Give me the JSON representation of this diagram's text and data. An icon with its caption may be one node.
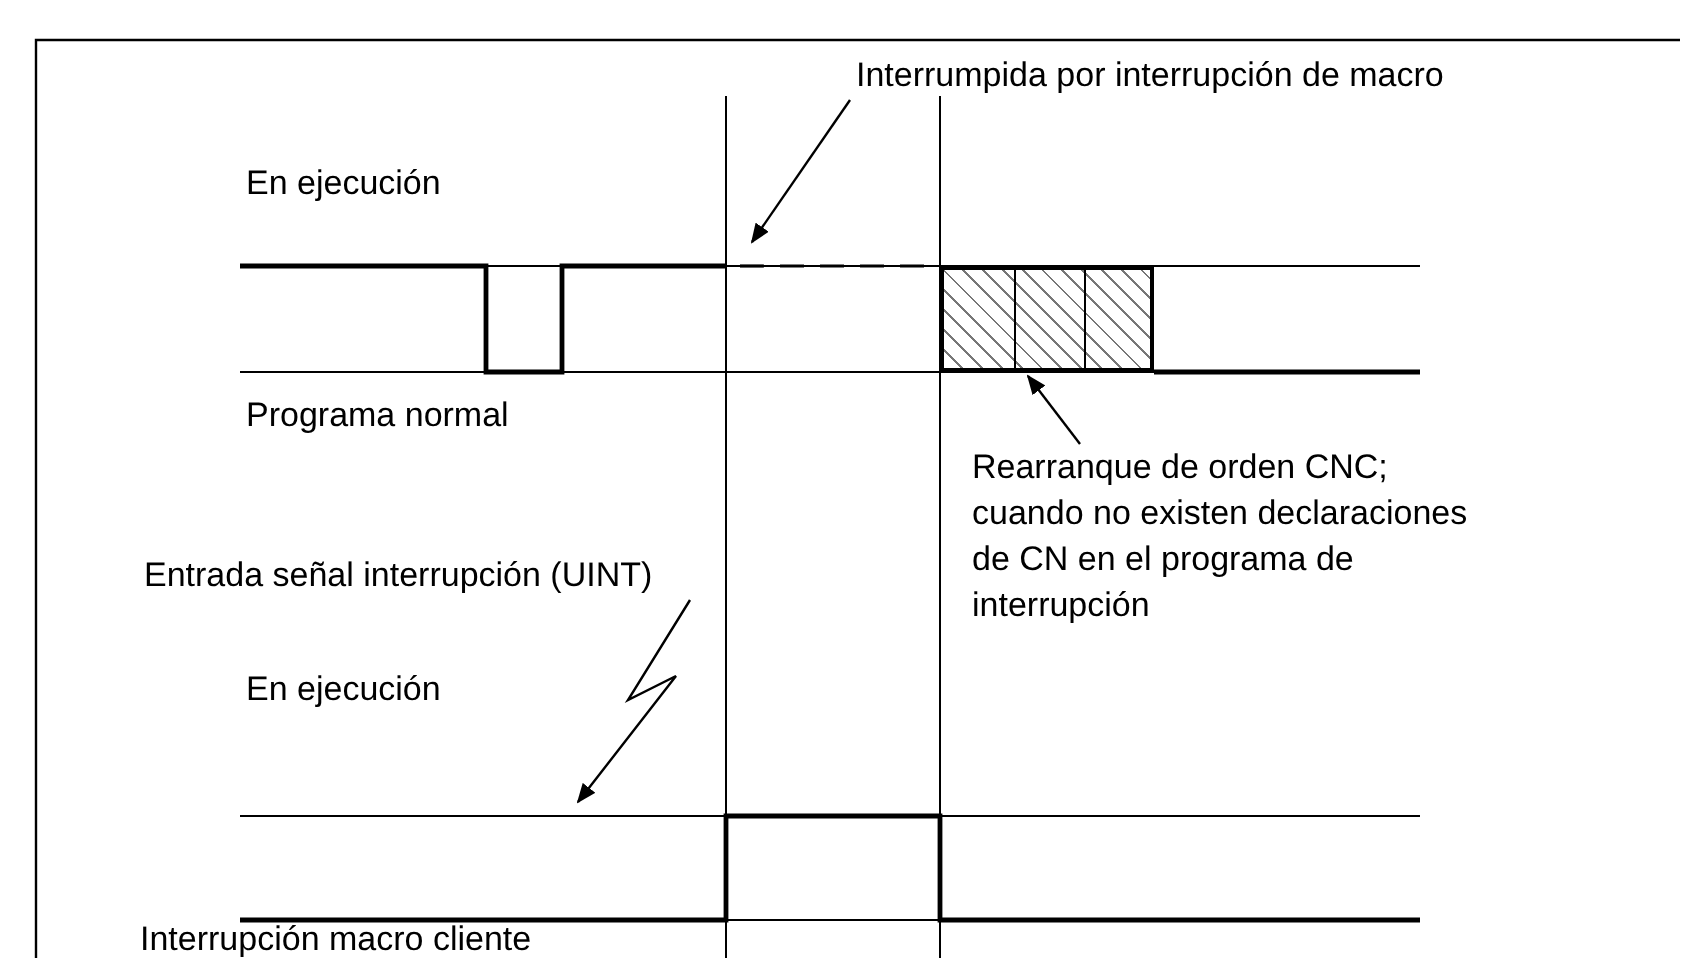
{
  "diagram": {
    "nodes": [
      {
        "text": [
          "Interrumpida por interrupción de macro"
        ]
      },
      {
        "text": [
          "Rearranque de orden CNC; cuando no existen declaraciones de CN en el programa de interrupción"
        ]
      },
      {
        "text": [],
        "shape": "box"
      },
      {
        "text": [
          "Entrada señal interrupción (UINT)"
        ]
      }
    ],
    "edges": [
      {
        "from": 0,
        "to": null,
        "arrow": "to"
      },
      {
        "from": 1,
        "to": 2,
        "arrow": "to"
      },
      {
        "from": 3,
        "to": null,
        "arrow": "to"
      }
    ],
    "labels": [
      "En ejecución",
      "Programa normal",
      "En ejecución",
      "Interrupción macro cliente"
    ]
  }
}
